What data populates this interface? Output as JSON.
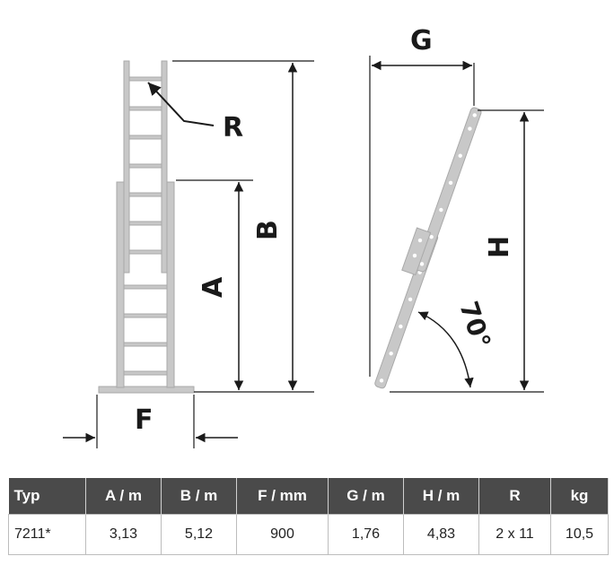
{
  "diagram": {
    "labels": {
      "A": "A",
      "B": "B",
      "F": "F",
      "G": "G",
      "H": "H",
      "R": "R"
    },
    "angle_label": "70°",
    "colors": {
      "ladder": "#c8c8c8",
      "ladder_stroke": "#a9a9a9",
      "line": "#1a1a1a"
    }
  },
  "table": {
    "headers": [
      "Typ",
      "A / m",
      "B / m",
      "F / mm",
      "G / m",
      "H / m",
      "R",
      "kg"
    ],
    "rows": [
      [
        "7211*",
        "3,13",
        "5,12",
        "900",
        "1,76",
        "4,83",
        "2 x 11",
        "10,5"
      ]
    ],
    "colors": {
      "header_bg": "#4a4a4a",
      "header_text": "#ffffff"
    }
  }
}
